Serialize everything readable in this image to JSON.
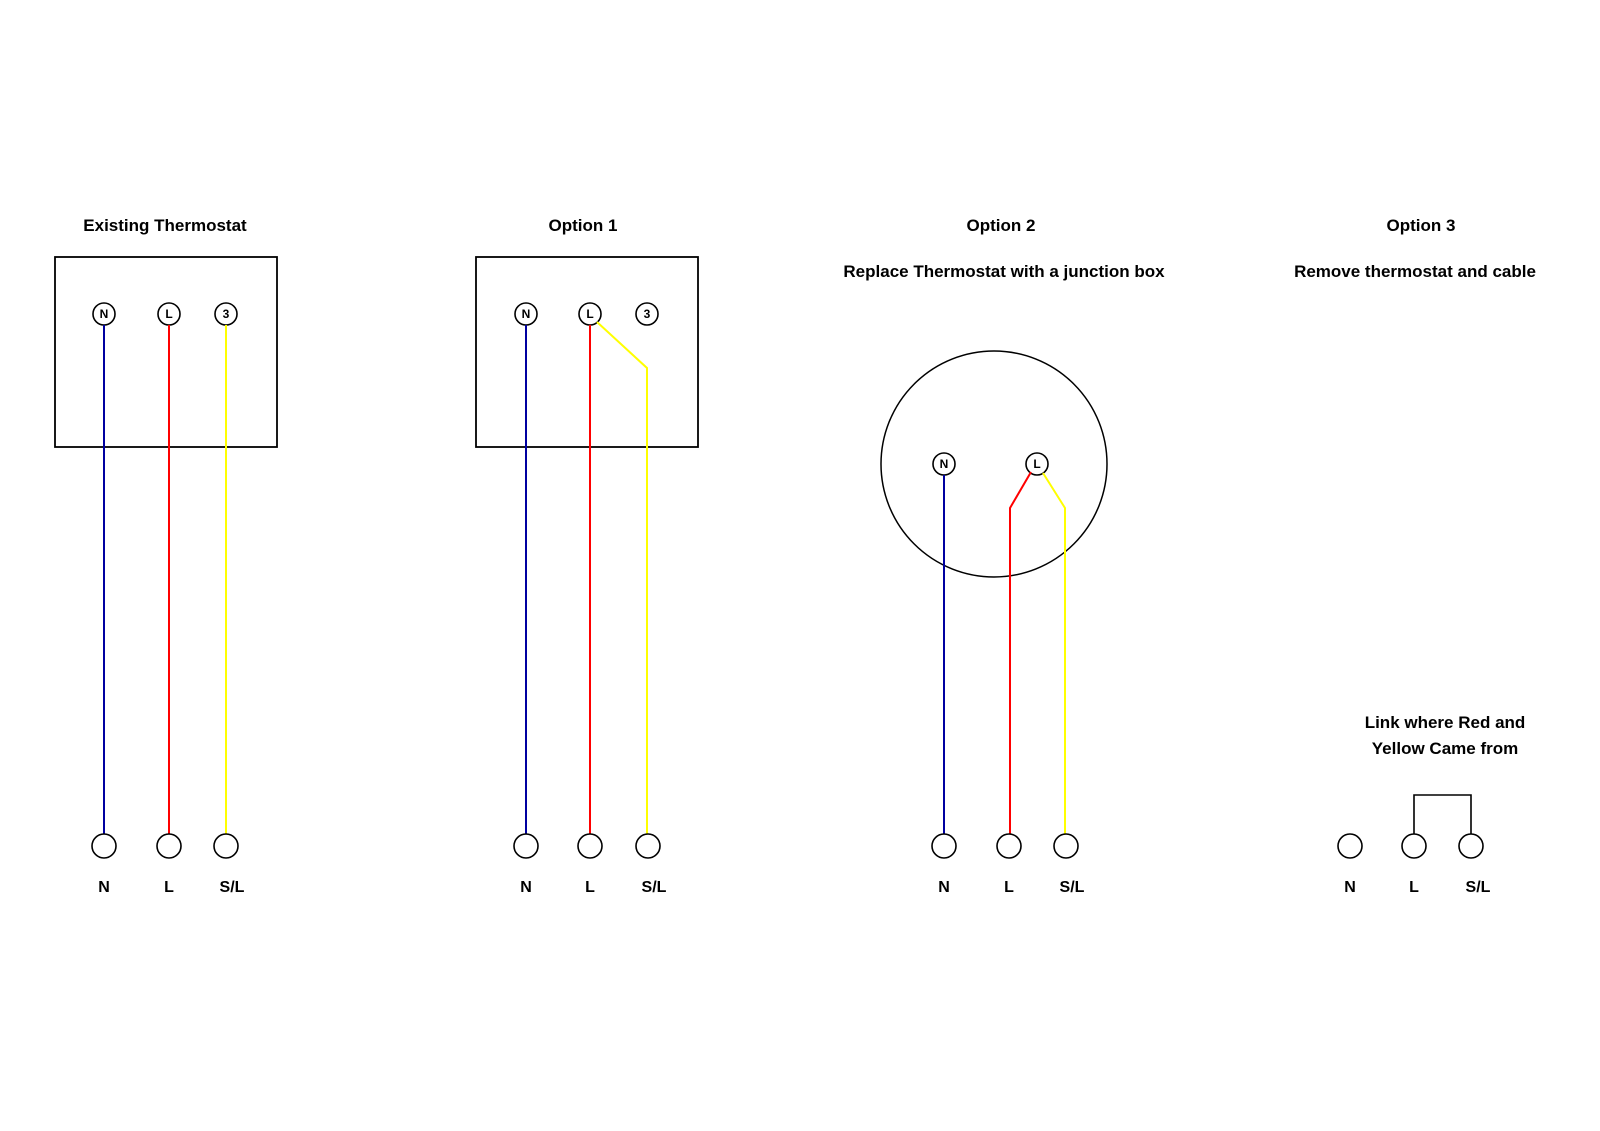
{
  "colors": {
    "background": "#ffffff",
    "outline": "#000000",
    "wire_blue": "#0000A0",
    "wire_red": "#FF0000",
    "wire_yellow": "#FFFF00"
  },
  "panels": {
    "existing": {
      "title": "Existing Thermostat",
      "terminals": [
        "N",
        "L",
        "3"
      ],
      "bottom_labels": [
        "N",
        "L",
        "S/L"
      ]
    },
    "option1": {
      "title": "Option 1",
      "terminals": [
        "N",
        "L",
        "3"
      ],
      "bottom_labels": [
        "N",
        "L",
        "S/L"
      ]
    },
    "option2": {
      "title": "Option 2",
      "subtitle": "Replace Thermostat with a junction box",
      "terminals": [
        "N",
        "L"
      ],
      "bottom_labels": [
        "N",
        "L",
        "S/L"
      ]
    },
    "option3": {
      "title": "Option 3",
      "subtitle": "Remove thermostat and cable",
      "annotation_line1": "Link where  Red and",
      "annotation_line2": "Yellow Came from",
      "bottom_labels": [
        "N",
        "L",
        "S/L"
      ]
    }
  }
}
